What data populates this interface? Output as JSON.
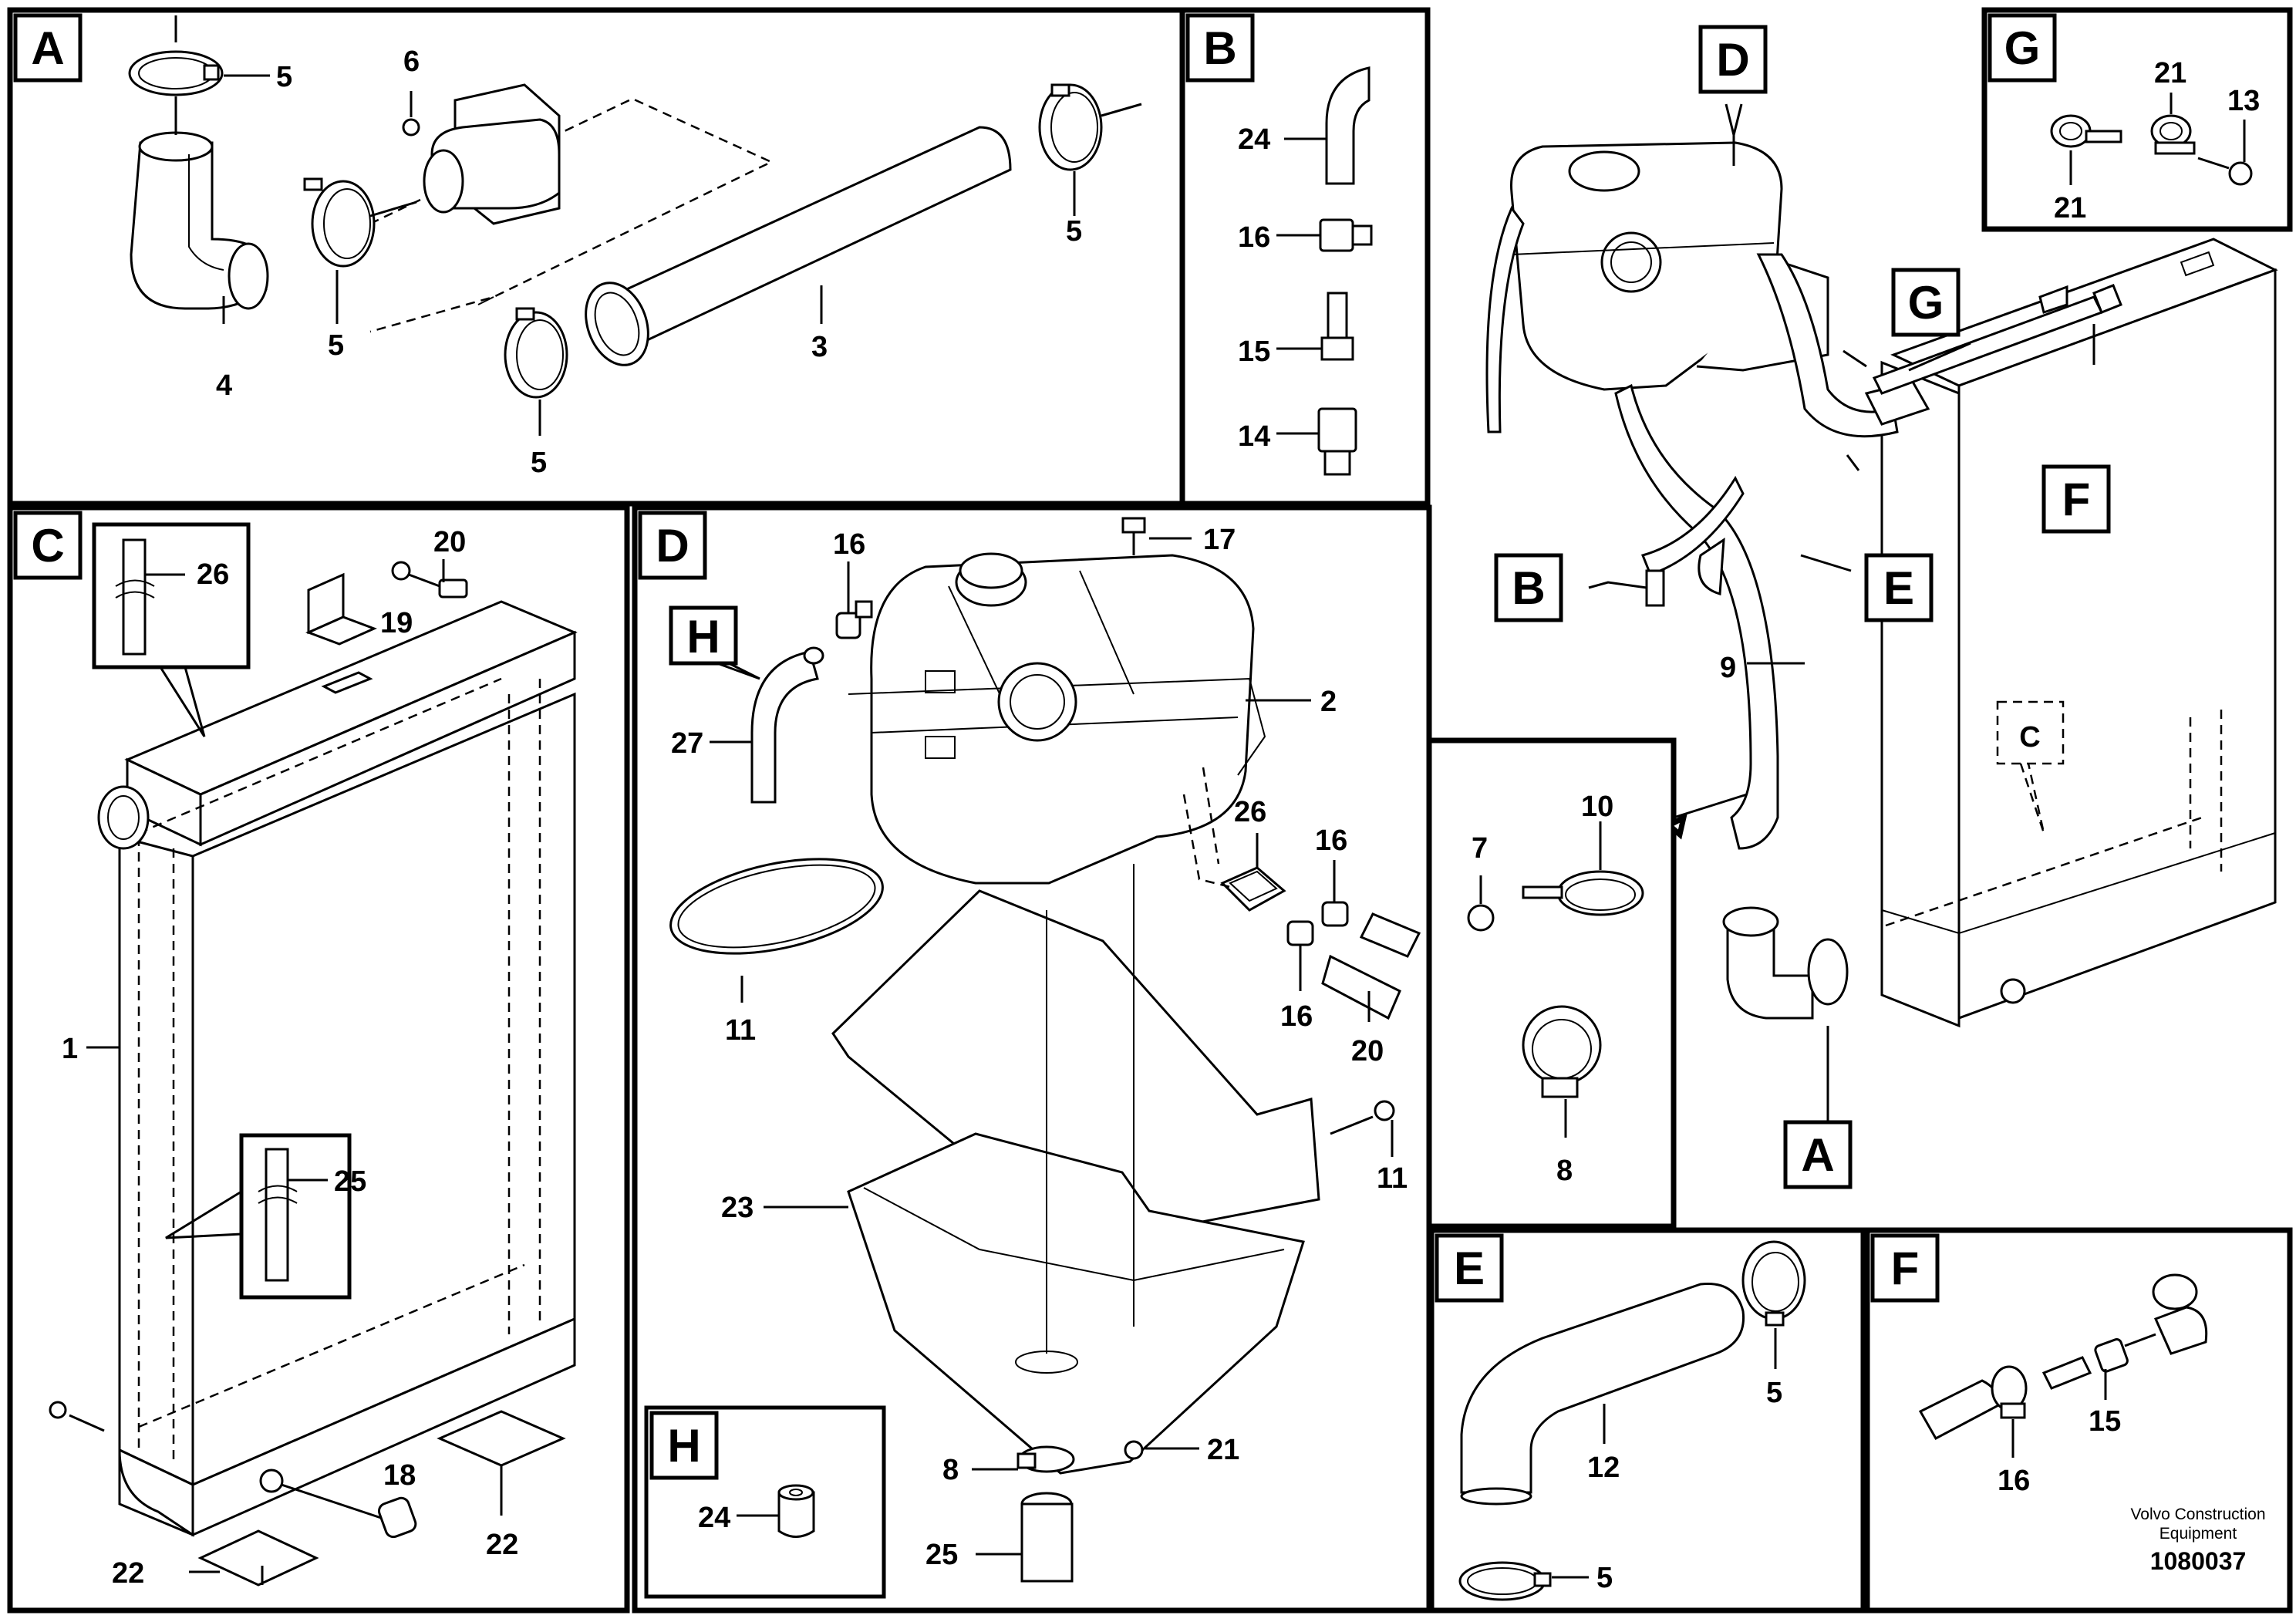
{
  "sections": {
    "A": "A",
    "B": "B",
    "C": "C",
    "D": "D",
    "E": "E",
    "F": "F",
    "G": "G",
    "H": "H"
  },
  "overview_callouts": {
    "D": "D",
    "G": "G",
    "F": "F",
    "B": "B",
    "E": "E",
    "C": "C",
    "A": "A"
  },
  "labels": {
    "a_5a": "5",
    "a_6": "6",
    "a_5b": "5",
    "a_5c": "5",
    "a_4": "4",
    "a_3": "3",
    "a_5d": "5",
    "b_24": "24",
    "b_16": "16",
    "b_15": "15",
    "b_14": "14",
    "c_26": "26",
    "c_20": "20",
    "c_19": "19",
    "c_1": "1",
    "c_25": "25",
    "c_18": "18",
    "c_22a": "22",
    "c_22b": "22",
    "d_16a": "16",
    "d_17": "17",
    "d_2": "2",
    "d_27": "27",
    "d_26": "26",
    "d_16b": "16",
    "d_16c": "16",
    "d_20": "20",
    "d_11a": "11",
    "d_11b": "11",
    "d_23": "23",
    "d_8": "8",
    "d_21": "21",
    "d_25": "25",
    "h_24": "24",
    "g_21a": "21",
    "g_13": "13",
    "g_21b": "21",
    "o_9": "9",
    "m_7": "7",
    "m_10": "10",
    "m_8": "8",
    "e_5a": "5",
    "e_12": "12",
    "e_5b": "5",
    "f_16": "16",
    "f_15": "15"
  },
  "footer": {
    "brand_line1": "Volvo Construction",
    "brand_line2": "Equipment",
    "drawing_number": "1080037"
  }
}
